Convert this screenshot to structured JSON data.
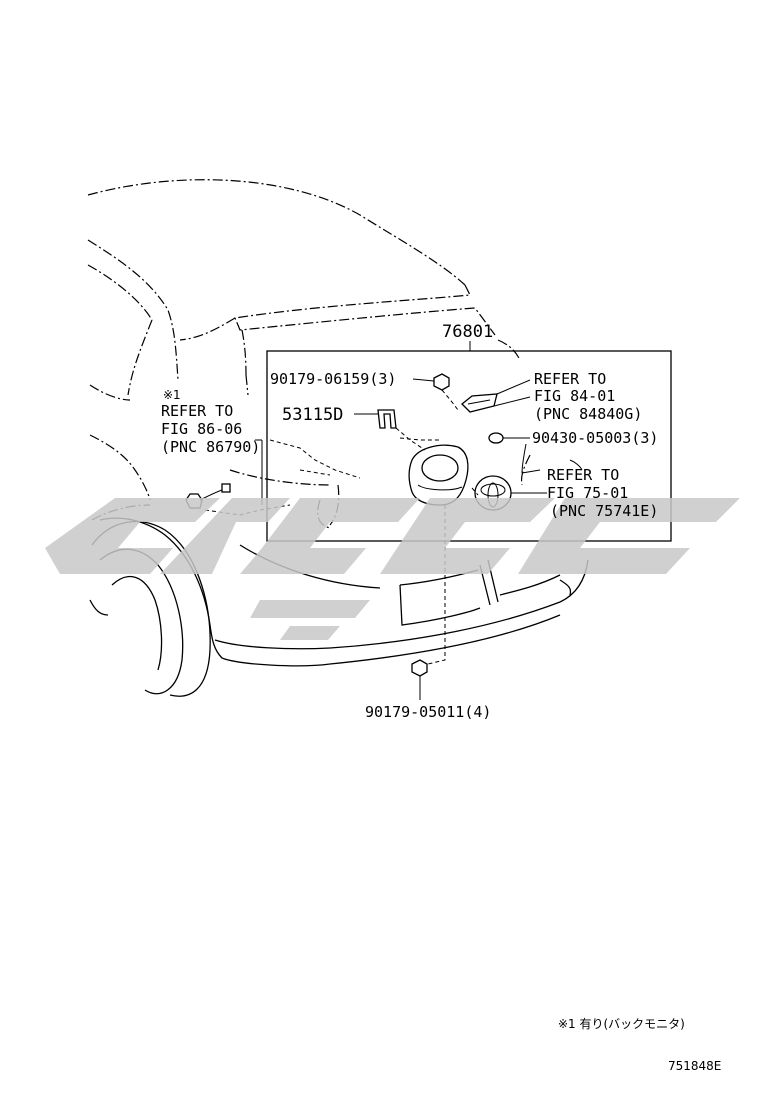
{
  "diagram": {
    "labels": {
      "assembly": "76801",
      "part_cap_nut_1": "90179-06159(3)",
      "part_clip": "53115D",
      "part_gasket": "90430-05003(3)",
      "part_cap_nut_2": "90179-05011(4)",
      "note_marker": "※1",
      "ref_camera_line1": "REFER TO",
      "ref_camera_line2": "FIG 86-06",
      "ref_camera_line3": "(PNC 86790)",
      "ref_lamp_line1": "REFER TO",
      "ref_lamp_line2": "FIG 84-01",
      "ref_lamp_line3": "(PNC 84840G)",
      "ref_emblem_line1": "REFER TO",
      "ref_emblem_line2": "FIG 75-01",
      "ref_emblem_line3": "(PNC 75741E)"
    },
    "footnote": "※1 有り(バックモニタ)",
    "figure_id": "751848E"
  }
}
